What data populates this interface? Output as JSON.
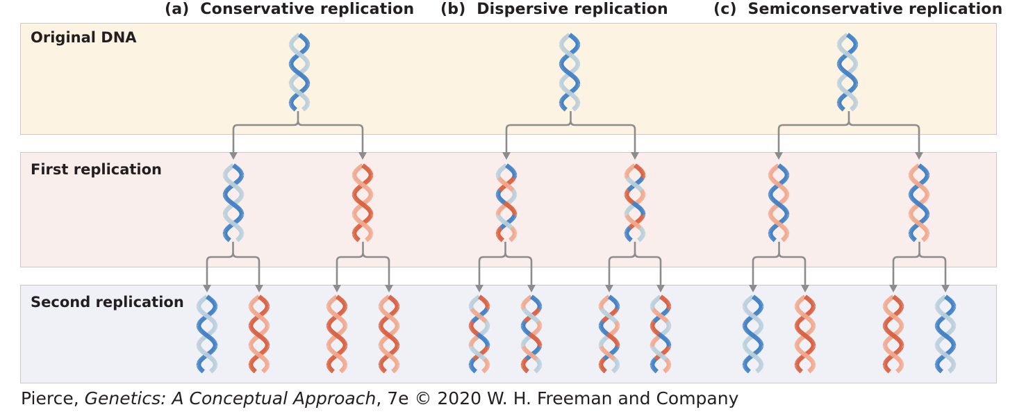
{
  "columns": [
    {
      "letter": "(a)",
      "title": "Conservative replication",
      "model": "conservative"
    },
    {
      "letter": "(b)",
      "title": "Dispersive replication",
      "model": "dispersive"
    },
    {
      "letter": "(c)",
      "title": "Semiconservative replication",
      "model": "semiconservative"
    }
  ],
  "rows": {
    "original": "Original DNA",
    "first": "First replication",
    "second": "Second replication"
  },
  "credit": {
    "author": "Pierce, ",
    "book": "Genetics: A Conceptual Approach",
    "rest": ", 7e © 2020 W. H. Freeman and Company"
  },
  "colors": {
    "old_strand": "#3f7fc4",
    "old_strand_light": "#b9cfdb",
    "new_strand": "#d95f3f",
    "new_strand_light": "#f0a98e",
    "arrow": "#8c8c8c"
  },
  "icons": [
    "dna-helix-icon",
    "branch-arrow-icon"
  ]
}
